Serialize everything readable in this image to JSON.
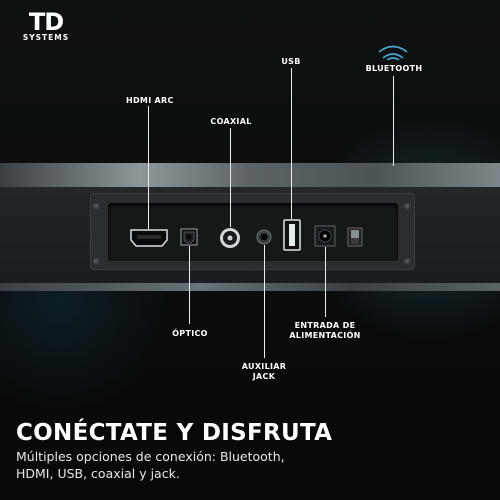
{
  "brand": {
    "mark": "TD",
    "sub": "SYSTEMS"
  },
  "labels": {
    "usb": "USB",
    "bluetooth": "BLUETOOTH",
    "hdmi_arc": "HDMI ARC",
    "coaxial": "COAXIAL",
    "optico": "ÓPTICO",
    "auxiliar_l1": "AUXILIAR",
    "auxiliar_l2": "JACK",
    "entrada_l1": "ENTRADA DE",
    "entrada_l2": "ALIMENTACIÓN"
  },
  "headline": "CONÉCTATE Y DISFRUTA",
  "description_l1": "Múltiples opciones de conexión: Bluetooth,",
  "description_l2": "HDMI, USB, coaxial y jack.",
  "colors": {
    "background": "#0b0d0e",
    "text": "#ffffff",
    "line": "#e8eef0",
    "wave": "#4aa8d8"
  },
  "icons": [
    "bluetooth-wave-icon",
    "hdmi-port-icon",
    "optical-port-icon",
    "coaxial-port-icon",
    "aux-jack-icon",
    "usb-port-icon",
    "dc-power-port-icon",
    "power-switch-icon"
  ]
}
